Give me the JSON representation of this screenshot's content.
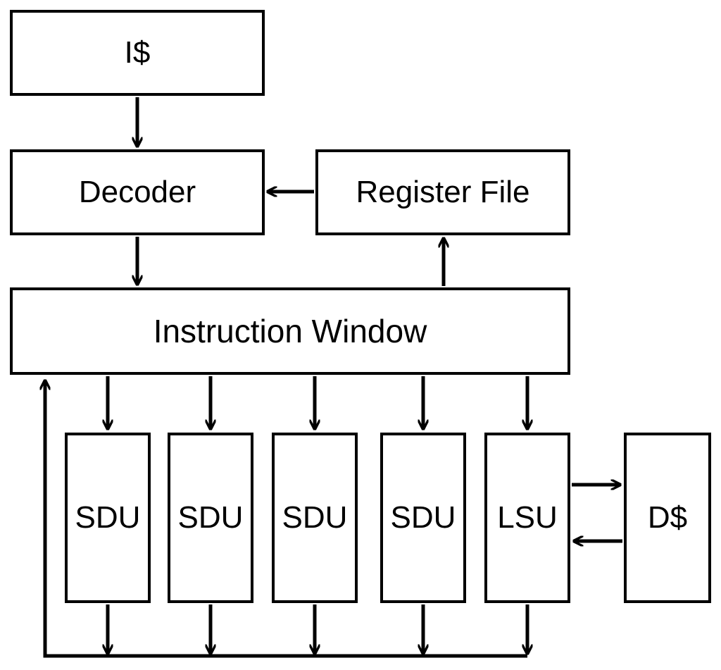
{
  "diagram": {
    "blocks": {
      "icache": "I$",
      "decoder": "Decoder",
      "register_file": "Register File",
      "instruction_window": "Instruction Window",
      "sdu_1": "SDU",
      "sdu_2": "SDU",
      "sdu_3": "SDU",
      "sdu_4": "SDU",
      "lsu": "LSU",
      "dcache": "D$"
    },
    "colors": {
      "stroke": "#000000",
      "fill": "#ffffff",
      "text": "#000000"
    }
  }
}
